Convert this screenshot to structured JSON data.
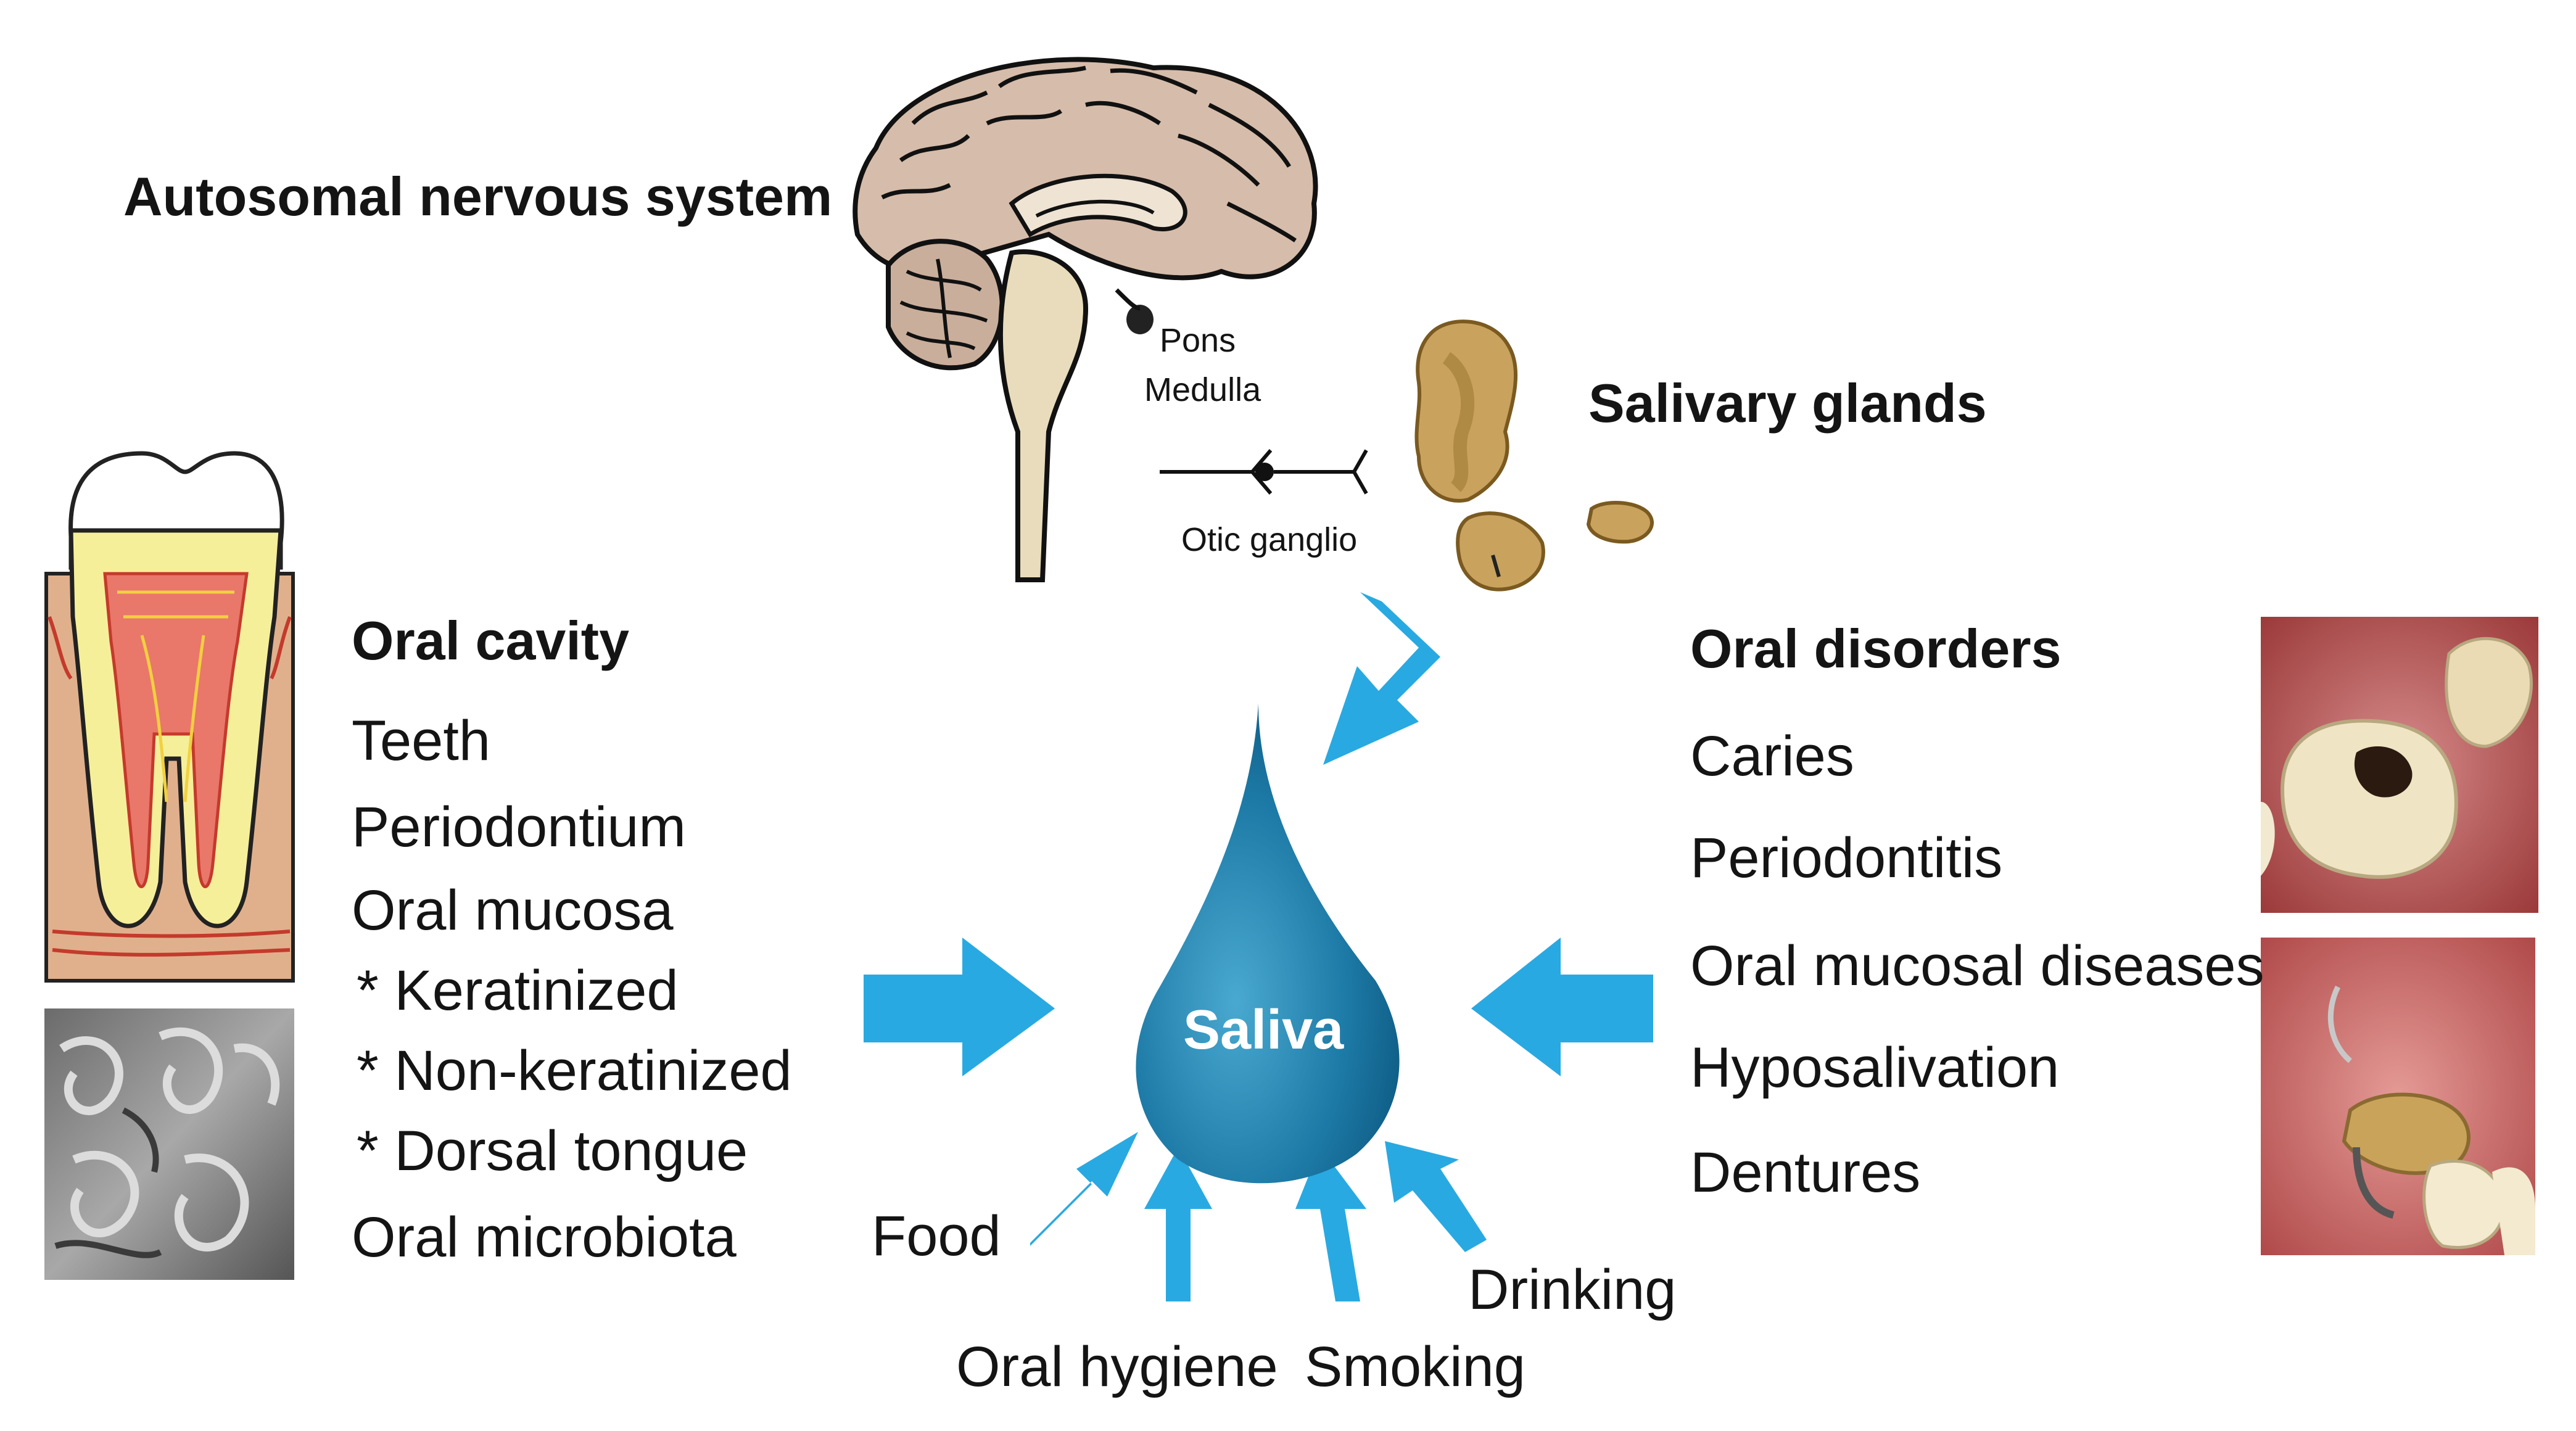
{
  "nervous_system": {
    "title": "Autosomal nervous system",
    "pons_label": "Pons",
    "medulla_label": "Medulla",
    "ganglion_label": "Otic ganglio"
  },
  "salivary_glands": {
    "title": "Salivary glands"
  },
  "saliva": {
    "label": "Saliva"
  },
  "oral_cavity": {
    "title": "Oral cavity",
    "items": [
      "Teeth",
      "Periodontium",
      "Oral mucosa",
      "* Keratinized",
      "* Non-keratinized",
      "* Dorsal tongue",
      "Oral microbiota"
    ]
  },
  "oral_disorders": {
    "title": "Oral disorders",
    "items": [
      "Caries",
      "Periodontitis",
      "Oral mucosal diseases",
      "Hyposalivation",
      "Dentures"
    ]
  },
  "factors": [
    "Food",
    "Oral hygiene",
    "Smoking",
    "Drinking"
  ],
  "colors": {
    "arrow_blue": "#29a9e1",
    "drop_light": "#3e9ec6",
    "drop_dark": "#0e5f86",
    "brain_fill": "#d9c3b3",
    "gland_fill": "#c9a25e",
    "gum_fill": "#e0b08c",
    "pulp_fill": "#e9776a",
    "dentin_fill": "#f6ef9a"
  }
}
